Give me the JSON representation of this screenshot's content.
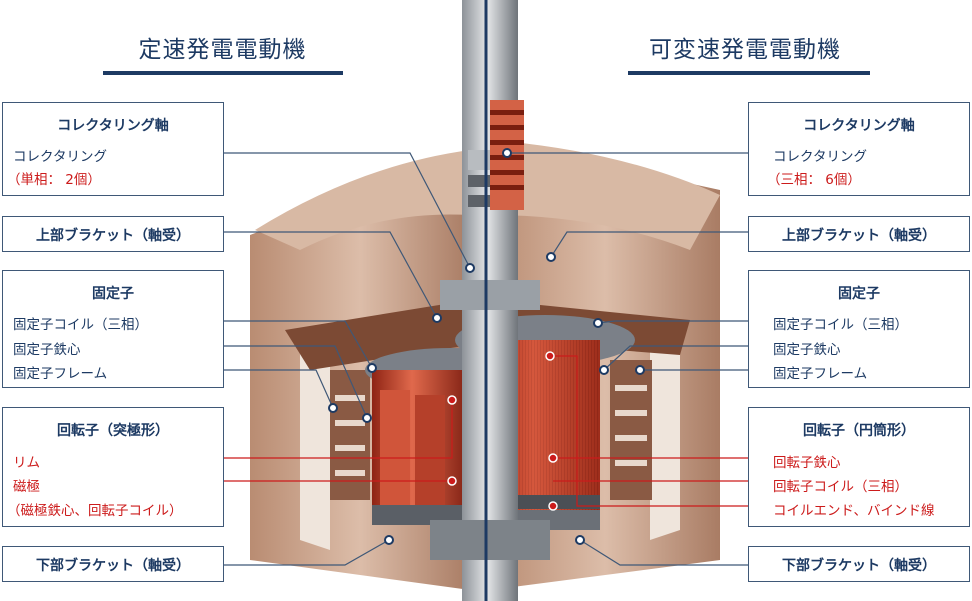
{
  "left": {
    "heading": "定速発電電動機",
    "collector": {
      "title": "コレクタリング軸",
      "label": "コレクタリング",
      "note": "（単相： 2個）"
    },
    "upper_bracket": "上部ブラケット（軸受）",
    "stator": {
      "title": "固定子",
      "coil": "固定子コイル（三相）",
      "core": "固定子鉄心",
      "frame": "固定子フレーム"
    },
    "rotor": {
      "title": "回転子（突極形）",
      "rim": "リム",
      "pole": "磁極",
      "pole_note": "（磁極鉄心、回転子コイル）"
    },
    "lower_bracket": "下部ブラケット（軸受）"
  },
  "right": {
    "heading": "可変速発電電動機",
    "collector": {
      "title": "コレクタリング軸",
      "label": "コレクタリング",
      "note": "（三相： 6個）"
    },
    "upper_bracket": "上部ブラケット（軸受）",
    "stator": {
      "title": "固定子",
      "coil": "固定子コイル（三相）",
      "core": "固定子鉄心",
      "frame": "固定子フレーム"
    },
    "rotor": {
      "title": "回転子（円筒形）",
      "core": "回転子鉄心",
      "coil": "回転子コイル（三相）",
      "end": "コイルエンド、バインド線"
    },
    "lower_bracket": "下部ブラケット（軸受）"
  },
  "colors": {
    "navy": "#1d3a63",
    "red": "#cc1b1b",
    "tan": "#c9a08a",
    "copper": "#c8432a"
  }
}
